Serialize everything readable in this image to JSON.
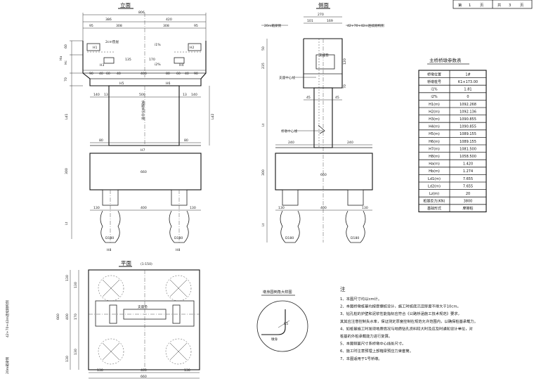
{
  "pager": {
    "page_label": "第",
    "page_num": "1",
    "page_unit": "页",
    "total_label": "共",
    "total_num": "3",
    "total_unit": "页"
  },
  "titles": {
    "elevation": "立面",
    "side": "侧面",
    "plan": "平面",
    "plan_scale": "(1:150)",
    "detail": "墩身圆倒角大样图",
    "params": "主桥桥墩参数表",
    "notes_head": "注"
  },
  "elevation": {
    "dims_top": [
      "806",
      "386",
      "420",
      "95",
      "308",
      "308",
      "95"
    ],
    "left_vert": [
      "60",
      "Hc",
      "Ha",
      "70"
    ],
    "labels": [
      "2cm垫层",
      "i1%",
      "i2%",
      "H1",
      "H2",
      "H3",
      "H4",
      "H5",
      "H6",
      "H7",
      "H8"
    ],
    "mid": [
      "90",
      "40",
      "60",
      "40",
      "400",
      "80",
      "60",
      "40",
      "90",
      "170",
      "135"
    ],
    "cap": [
      "140",
      "13",
      "500",
      "13",
      "140"
    ],
    "shaft_text": "道路设计中线",
    "body_vert": [
      "Ld1",
      "Ld2"
    ],
    "footing": [
      "80",
      "80",
      "660",
      "300"
    ],
    "pile": [
      "130",
      "400",
      "130",
      "D180",
      "D180",
      "Lt"
    ]
  },
  "side": {
    "left_tag": "20m箱梁侧",
    "right_tag": "42+70+42m连续刚构侧",
    "dims_top": [
      "270",
      "101",
      "169"
    ],
    "labels": [
      "支座垫",
      "支座中心线",
      "桥墩中心线"
    ],
    "vert": [
      "50",
      "235",
      "120",
      "70",
      "Lt",
      "300",
      "Lt"
    ],
    "body": [
      "45",
      "45",
      "240",
      "240",
      "660",
      "130",
      "400",
      "130",
      "D180",
      "D180"
    ]
  },
  "plan": {
    "left_tags": [
      "42+70+42m连续刚构侧",
      "20m箱梁侧"
    ],
    "vert": [
      "130",
      "400",
      "130",
      "660",
      "170",
      "130",
      "130"
    ],
    "label": "支座垫",
    "bottom": [
      "130",
      "400",
      "130",
      "660"
    ]
  },
  "detail": {
    "r_label": "R5",
    "side_label": "墩身"
  },
  "param_table": {
    "rows": [
      [
        "桥墩位置",
        "1#"
      ],
      [
        "桥墩桩号",
        "K1+173.00"
      ],
      [
        "i1%",
        "1.81"
      ],
      [
        "i2%",
        "0"
      ],
      [
        "H1(m)",
        "1092.268"
      ],
      [
        "H2(m)",
        "1092.136"
      ],
      [
        "H3(m)",
        "1090.855"
      ],
      [
        "H4(m)",
        "1090.855"
      ],
      [
        "H5(m)",
        "1089.155"
      ],
      [
        "H6(m)",
        "1089.155"
      ],
      [
        "H7(m)",
        "1081.500"
      ],
      [
        "H8(m)",
        "1058.500"
      ],
      [
        "Ha(m)",
        "1.420"
      ],
      [
        "Hb(m)",
        "1.274"
      ],
      [
        "Ld1(m)",
        "7.655"
      ],
      [
        "Ld2(m)",
        "7.655"
      ],
      [
        "Lz(m)",
        "20"
      ],
      [
        "桩基反力(KN)",
        "3800"
      ],
      [
        "基础形式",
        "摩擦桩"
      ]
    ]
  },
  "notes": [
    "1、本图尺寸均以cm计。",
    "2、本图桥墩桩基均按摩擦桩设计，施工时桩底沉淀厚度不得大于10cm。",
    "3、钻孔桩的护壁和泥浆性能指标应符合《公路桥涵施工技术规范》要求，",
    "    其其应注意控制失水率，保证测定厚度控制在规范允许范围内，以确保桩基承载力。",
    "4、如桩基施工时发现地质情况与地质钻孔资料较大时及应及时通知设计单位，对",
    "    桩基的外桩承载能力进行复算。",
    "5、本图侧面尺寸系桥墩中心线处尺寸。",
    "6、施工时注意预埋上部箱梁预应力束套筒。",
    "7、本图适用于1号桥墩。"
  ],
  "colors": {
    "line": "#222222",
    "background": "#ffffff"
  }
}
